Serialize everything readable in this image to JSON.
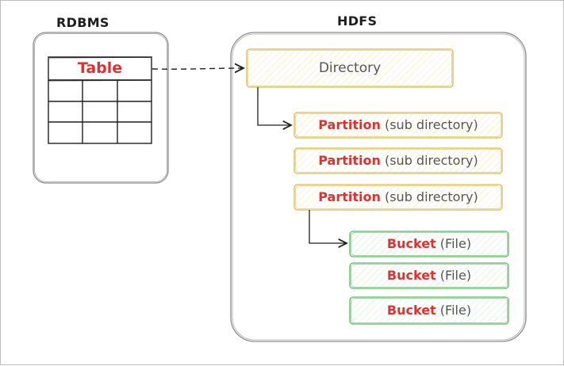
{
  "rdbms": {
    "title": "RDBMS",
    "table_label": "Table"
  },
  "hdfs": {
    "title": "HDFS",
    "directory_label": "Directory"
  },
  "partitions": [
    {
      "keyword": "Partition",
      "suffix": "(sub directory)"
    },
    {
      "keyword": "Partition",
      "suffix": "(sub directory)"
    },
    {
      "keyword": "Partition",
      "suffix": "(sub directory)"
    }
  ],
  "buckets": [
    {
      "keyword": "Bucket",
      "suffix": "(File)"
    },
    {
      "keyword": "Bucket",
      "suffix": "(File)"
    },
    {
      "keyword": "Bucket",
      "suffix": "(File)"
    }
  ],
  "colors": {
    "keyword": "#e03131",
    "directory_fill": "#fff9db",
    "directory_stroke": "#e0c060",
    "bucket_fill": "#ebfbee",
    "bucket_stroke": "#5cb85c",
    "container_stroke": "#777777"
  }
}
